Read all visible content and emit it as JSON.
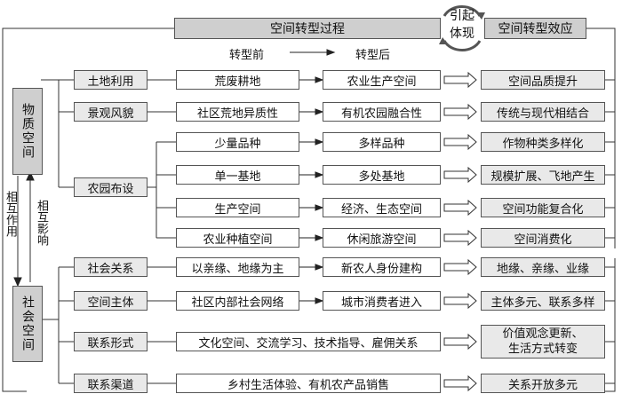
{
  "header": {
    "process_title": "空间转型过程",
    "effect_title": "空间转型效应",
    "link_line1": "引起",
    "link_line2": "体现",
    "before_label": "转型前",
    "after_label": "转型后"
  },
  "left": {
    "material_space": "物质空间",
    "social_space": "社会空间",
    "interact_line1": "相互",
    "interact_line2": "作用",
    "influence_line1": "相互",
    "influence_line2": "影响"
  },
  "categories": {
    "land_use": "土地利用",
    "landscape": "景观风貌",
    "orchard_layout": "农园布设",
    "social_relation": "社会关系",
    "space_subject": "空间主体",
    "link_form": "联系形式",
    "link_channel": "联系渠道"
  },
  "rows": {
    "r1": {
      "before": "荒废耕地",
      "after": "农业生产空间",
      "effect": "空间品质提升"
    },
    "r2": {
      "before": "社区荒地异质性",
      "after": "有机农园融合性",
      "effect": "传统与现代相结合"
    },
    "r3": {
      "before": "少量品种",
      "after": "多样品种",
      "effect": "作物种类多样化"
    },
    "r4": {
      "before": "单一基地",
      "after": "多处基地",
      "effect": "规模扩展、飞地产生"
    },
    "r5": {
      "before": "生产空间",
      "after": "经济、生态空间",
      "effect": "空间功能复合化"
    },
    "r6": {
      "before": "农业种植空间",
      "after": "休闲旅游空间",
      "effect": "空间消费化"
    },
    "r7": {
      "before": "以亲缘、地缘为主",
      "after": "新农人身份建构",
      "effect": "地缘、亲缘、业缘"
    },
    "r8": {
      "before": "社区内部社会网络",
      "after": "城市消费者进入",
      "effect": "主体多元、联系多样"
    },
    "r9": {
      "combined": "文化空间、交流学习、技术指导、雇佣关系",
      "effect_line1": "价值观念更新、",
      "effect_line2": "生活方式转变"
    },
    "r10": {
      "combined": "乡村生活体验、有机农产品销售",
      "effect": "关系开放多元"
    }
  }
}
